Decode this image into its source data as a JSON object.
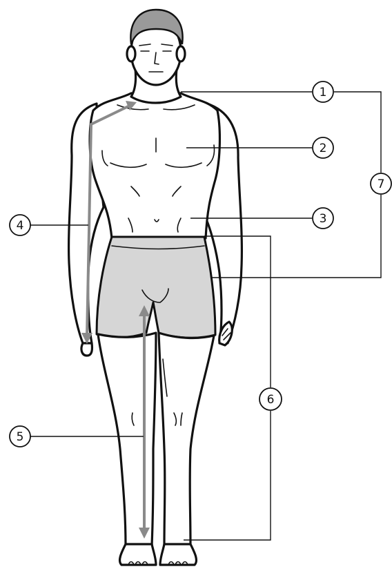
{
  "figure": {
    "colors": {
      "line": "#111111",
      "measure_arrow": "#8a8a8a",
      "shorts": "#d6d6d6",
      "hair": "#9a9a9a",
      "background": "#ffffff"
    }
  },
  "callouts": [
    {
      "number": "1",
      "target": "neck-base"
    },
    {
      "number": "2",
      "target": "chest"
    },
    {
      "number": "3",
      "target": "waist"
    },
    {
      "number": "4",
      "target": "arm-length"
    },
    {
      "number": "5",
      "target": "inseam"
    },
    {
      "number": "6",
      "target": "outseam"
    },
    {
      "number": "7",
      "target": "torso-length"
    }
  ]
}
